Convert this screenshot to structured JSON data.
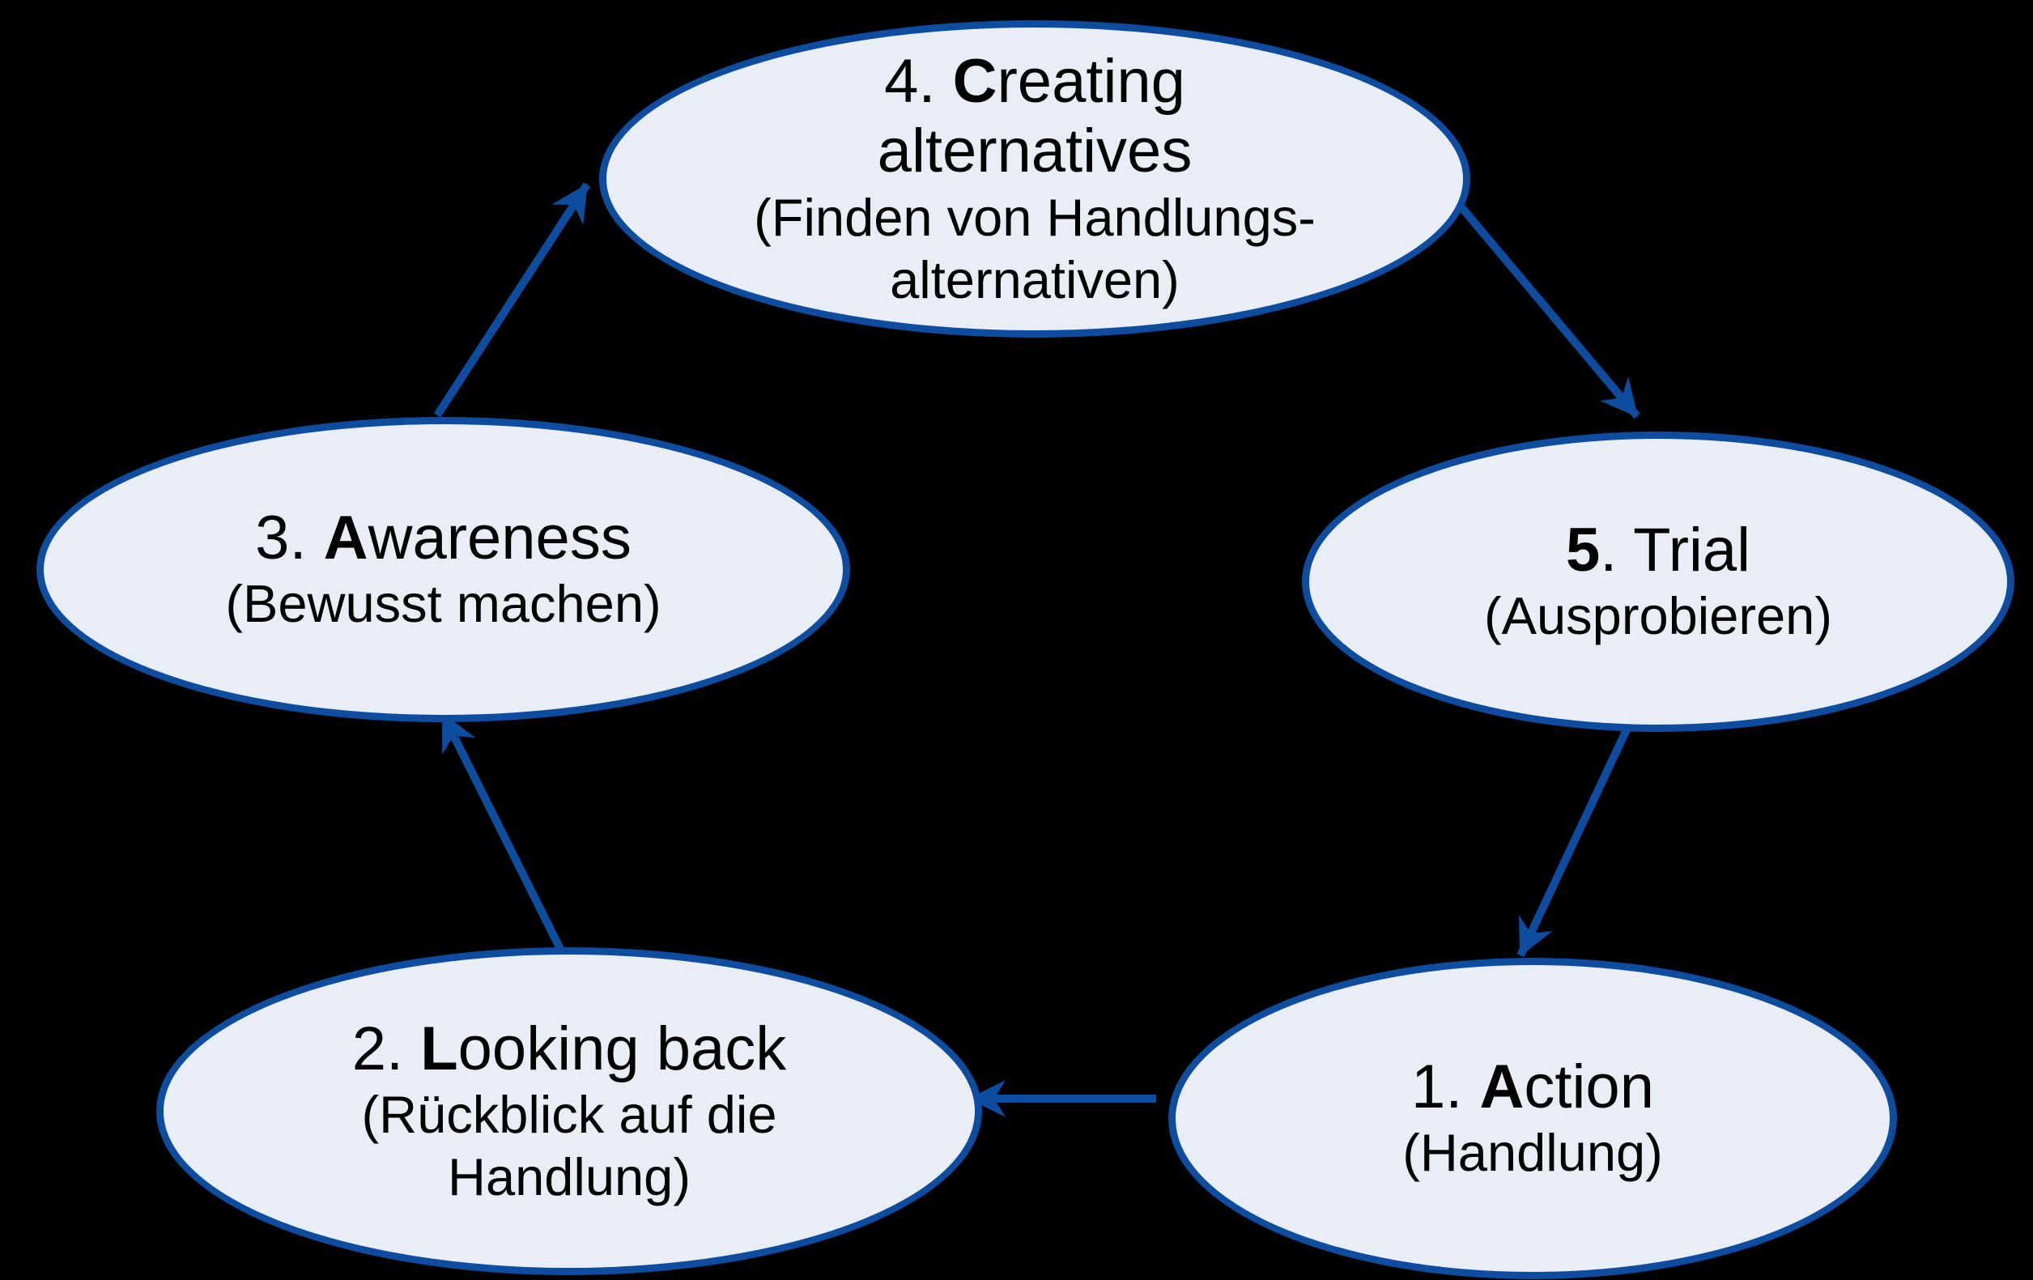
{
  "diagram": {
    "name": "ALACT reflection cycle",
    "background_color": "#000000",
    "node_fill_color": "#e9edf6",
    "node_border_color": "#0d4c9e",
    "arrow_color": "#0d4c9e",
    "text_color": "#000000",
    "nodes": [
      {
        "id": "action",
        "title_prefix": "1. ",
        "title_bold": "A",
        "title_rest": "ction",
        "title_line2": "",
        "subtitle_line1": "(Handlung)",
        "subtitle_line2": ""
      },
      {
        "id": "looking-back",
        "title_prefix": "2. ",
        "title_bold": "L",
        "title_rest": "ooking back",
        "title_line2": "",
        "subtitle_line1": "(Rückblick auf die",
        "subtitle_line2": "Handlung)"
      },
      {
        "id": "awareness",
        "title_prefix": "3. ",
        "title_bold": "A",
        "title_rest": "wareness",
        "title_line2": "",
        "subtitle_line1": "(Bewusst machen)",
        "subtitle_line2": ""
      },
      {
        "id": "creating-alternatives",
        "title_prefix": "4. ",
        "title_bold": "C",
        "title_rest": "reating",
        "title_line2": "alternatives",
        "subtitle_line1": "(Finden von Handlungs-",
        "subtitle_line2": "alternativen)"
      },
      {
        "id": "trial",
        "title_prefix": "",
        "title_bold": "5",
        "title_rest": ". Trial",
        "title_line2": "",
        "subtitle_line1": "(Ausprobieren)",
        "subtitle_line2": ""
      }
    ],
    "arrows": [
      {
        "from": "creating-alternatives",
        "to": "trial"
      },
      {
        "from": "trial",
        "to": "action"
      },
      {
        "from": "action",
        "to": "looking-back"
      },
      {
        "from": "looking-back",
        "to": "awareness"
      },
      {
        "from": "awareness",
        "to": "creating-alternatives"
      }
    ]
  }
}
